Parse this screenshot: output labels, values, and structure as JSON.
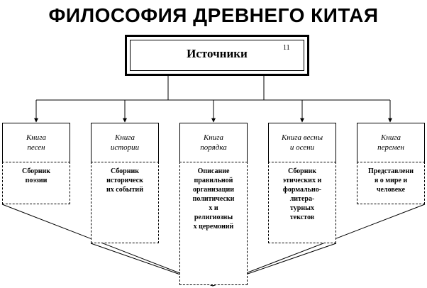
{
  "title": "ФИЛОСОФИЯ ДРЕВНЕГО КИТАЯ",
  "root": {
    "label": "Источники",
    "number": "11"
  },
  "books": [
    {
      "title": "Книга\nпесен",
      "description": "Сборник\nпоэзии"
    },
    {
      "title": "Книга\nистории",
      "description": "Сборник\nисторическ\nих событий"
    },
    {
      "title": "Книга\nпорядка",
      "description": "Описание\nправильной\nорганизации\nполитически\nх и\nрелигиозны\nх церемоний"
    },
    {
      "title": "Книга весны\nи осени",
      "description": "Сборник\nэтических и\nформально-\nлитера-\nтурных\nтекстов"
    },
    {
      "title": "Книга\nперемен",
      "description": "Представлени\nя о мире и\nчеловеке"
    }
  ]
}
